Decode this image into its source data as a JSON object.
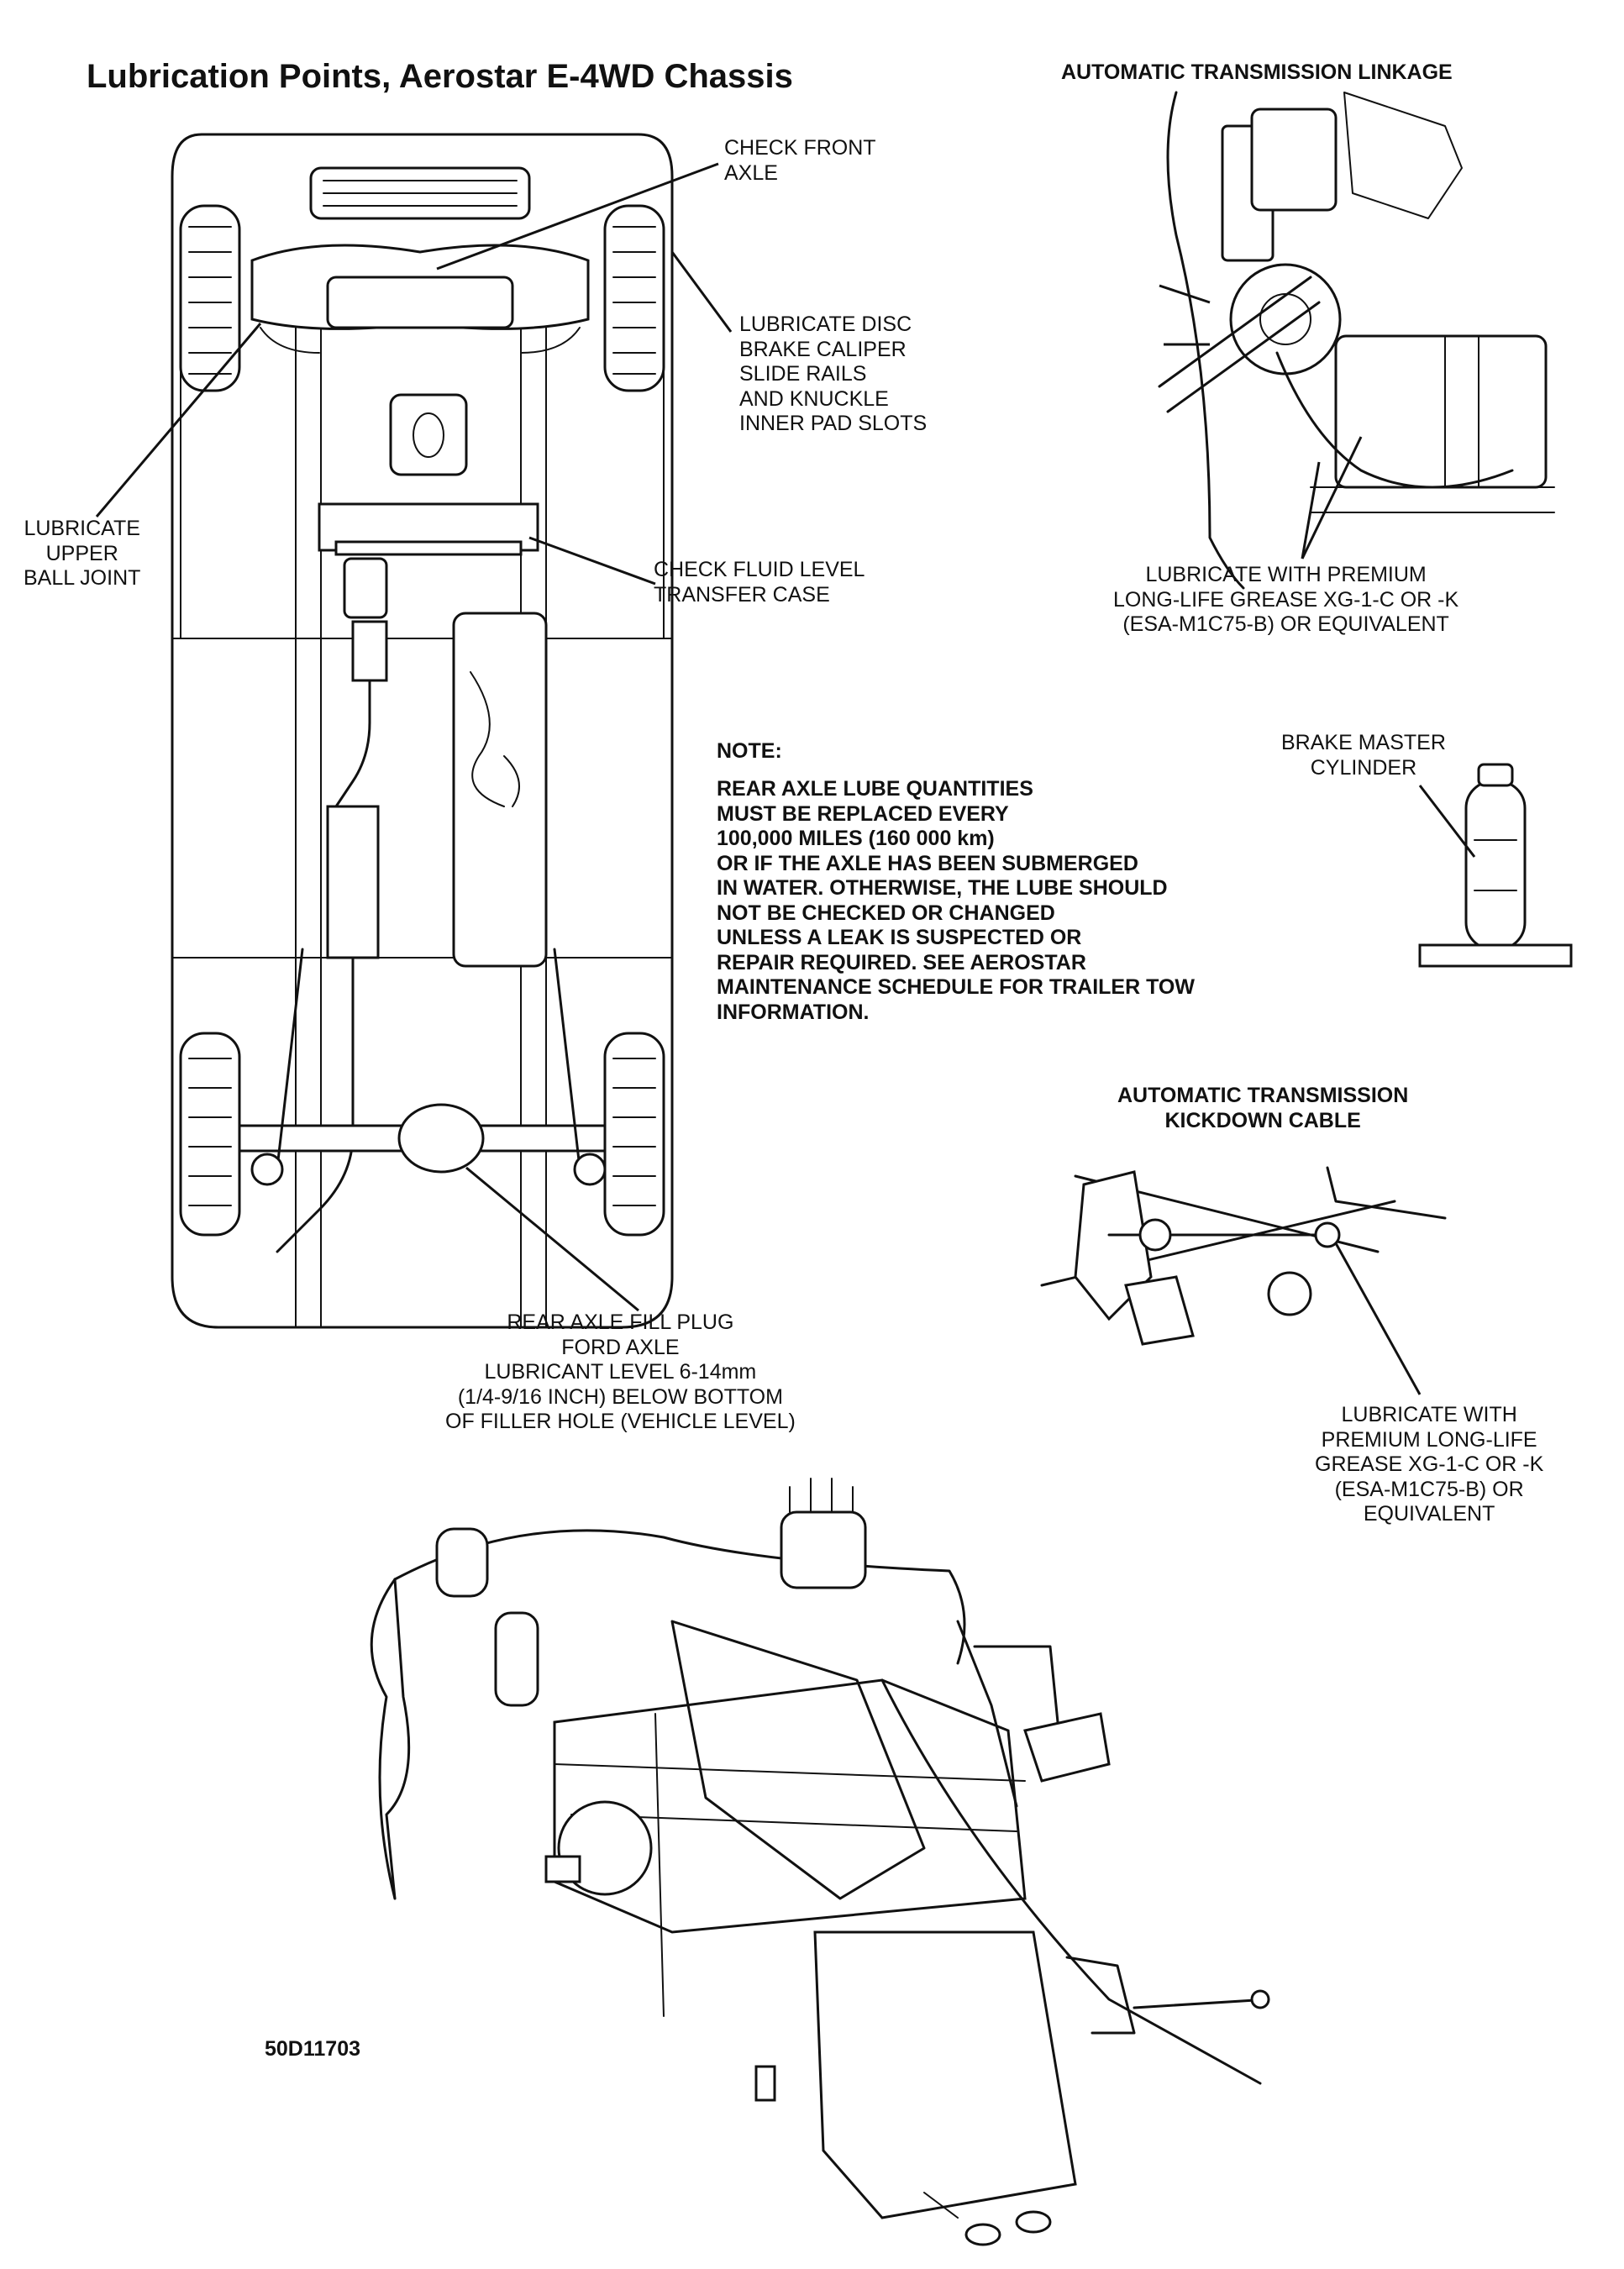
{
  "title": "Lubrication Points, Aerostar E-4WD Chassis",
  "figure_code": "50D11703",
  "callouts": {
    "check_front_axle": "CHECK FRONT\nAXLE",
    "lubricate_disc_brake": "LUBRICATE DISC\nBRAKE CALIPER\nSLIDE RAILS\nAND KNUCKLE\nINNER PAD SLOTS",
    "lubricate_upper_ball_joint": "LUBRICATE\nUPPER\nBALL JOINT",
    "check_fluid_level": "CHECK FLUID LEVEL\nTRANSFER CASE",
    "rear_axle_fill_plug": "REAR AXLE FILL PLUG\nFORD AXLE\nLUBRICANT LEVEL 6-14mm\n(1/4-9/16 INCH) BELOW BOTTOM\nOF FILLER HOLE (VEHICLE LEVEL)"
  },
  "note": {
    "heading": "NOTE:",
    "text": "REAR AXLE LUBE QUANTITIES\nMUST BE REPLACED EVERY\n100,000 MILES (160 000 km)\nOR IF THE AXLE HAS BEEN SUBMERGED\nIN WATER. OTHERWISE, THE LUBE SHOULD\nNOT BE CHECKED OR CHANGED\nUNLESS A LEAK IS SUSPECTED OR\nREPAIR REQUIRED. SEE AEROSTAR\nMAINTENANCE SCHEDULE FOR TRAILER TOW\nINFORMATION."
  },
  "transmission_linkage": {
    "heading": "AUTOMATIC TRANSMISSION LINKAGE",
    "caption": "LUBRICATE WITH PREMIUM\nLONG-LIFE GREASE XG-1-C OR -K\n(ESA-M1C75-B) OR EQUIVALENT"
  },
  "brake_master_cylinder": {
    "label": "BRAKE MASTER\nCYLINDER"
  },
  "kickdown_cable": {
    "heading": "AUTOMATIC TRANSMISSION\nKICKDOWN CABLE",
    "caption": "LUBRICATE WITH\nPREMIUM LONG-LIFE\nGREASE XG-1-C OR -K\n(ESA-M1C75-B) OR\nEQUIVALENT"
  }
}
